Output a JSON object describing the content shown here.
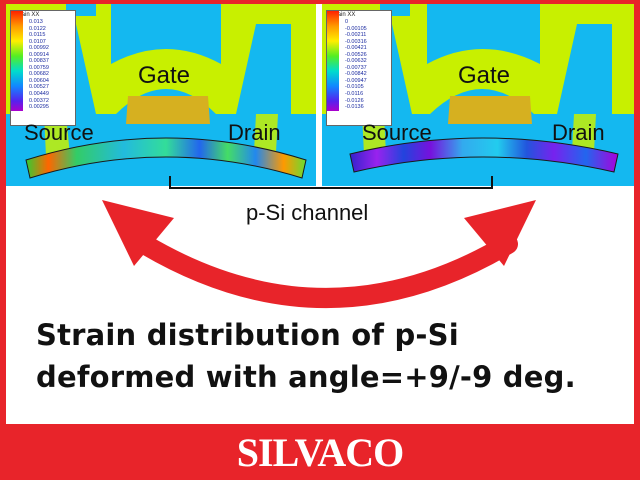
{
  "panels": [
    {
      "id": "left",
      "legend_title": "Strain XX",
      "legend_values": [
        "0.013",
        "0.0122",
        "0.0115",
        "0.0107",
        "0.00992",
        "0.00914",
        "0.00837",
        "0.00759",
        "0.00682",
        "0.00604",
        "0.00527",
        "0.00449",
        "0.00372",
        "0.00295"
      ],
      "labels": {
        "gate": "Gate",
        "source": "Source",
        "drain": "Drain"
      }
    },
    {
      "id": "right",
      "legend_title": "Strain XX",
      "legend_values": [
        "0",
        "-0.00105",
        "-0.00211",
        "-0.00316",
        "-0.00421",
        "-0.00526",
        "-0.00632",
        "-0.00737",
        "-0.00842",
        "-0.00947",
        "-0.0105",
        "-0.0116",
        "-0.0126",
        "-0.0136"
      ],
      "labels": {
        "gate": "Gate",
        "source": "Source",
        "drain": "Drain"
      }
    }
  ],
  "channel_label": "p-Si channel",
  "caption": {
    "line1": "Strain distribution of p-Si",
    "line2": "deformed with angle=+9/-9 deg."
  },
  "logo": "SILVACO",
  "colors": {
    "background": "#e8242a",
    "substrate": "#14b8f0",
    "oxide": "#c8f000",
    "gate_metal": "#d6b020",
    "arrow": "#e8242a"
  }
}
